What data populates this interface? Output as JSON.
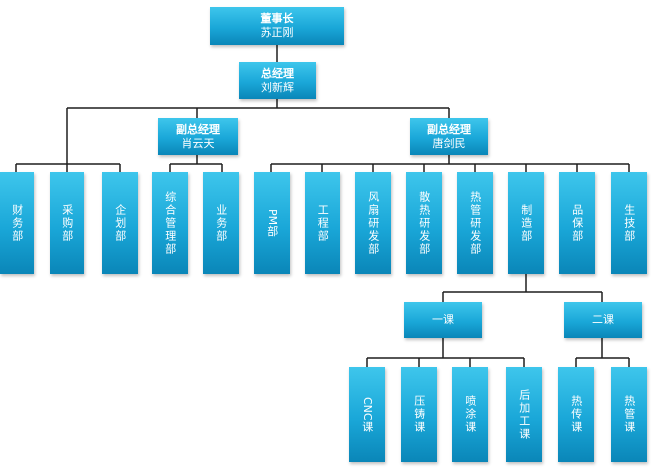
{
  "chairman": {
    "title": "董事长",
    "name": "苏正刚"
  },
  "gm": {
    "title": "总经理",
    "name": "刘新辉"
  },
  "vp_left": {
    "title": "副总经理",
    "name": "肖云天"
  },
  "vp_right": {
    "title": "副总经理",
    "name": "唐剑民"
  },
  "gm_depts": [
    "财务部",
    "采购部",
    "企划部"
  ],
  "vp_left_depts": [
    "综合管理部",
    "业务部"
  ],
  "vp_right_depts": [
    "PM部",
    "工程部",
    "风扇研发部",
    "散热研发部",
    "热管研发部",
    "制造部",
    "品保部",
    "生技部"
  ],
  "sections": [
    "一课",
    "二课"
  ],
  "section1_units": [
    "CNC课",
    "压铸课",
    "喷涂课",
    "后加工课"
  ],
  "section2_units": [
    "热传课",
    "热管课"
  ],
  "colors": {
    "box_top": "#3ec6ec",
    "box_bottom": "#0a86b8",
    "line": "#1f1f1f"
  }
}
